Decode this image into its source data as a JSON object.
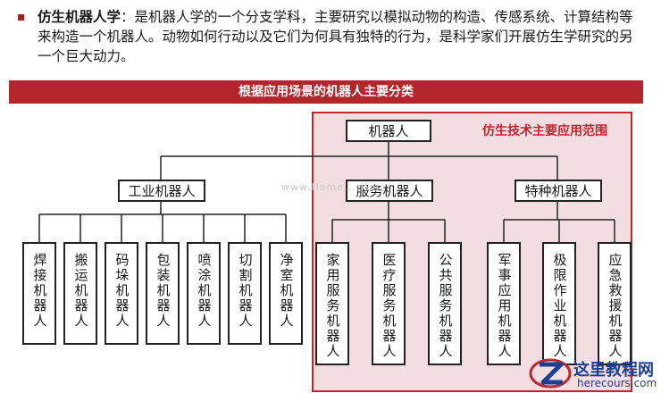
{
  "intro": {
    "term": "仿生机器人学",
    "text": "：是机器人学的一个分支学科，主要研究以模拟动物的构造、传感系统、计算结构等来构造一个机器人。动物如何行动以及它们为何具有独特的行为，是科学家们开展仿生学研究的另一个巨大动力。"
  },
  "banner": "根据应用场景的机器人主要分类",
  "region_label": "仿生技术主要应用范围",
  "root": "机器人",
  "categories": [
    "工业机器人",
    "服务机器人",
    "特种机器人"
  ],
  "leaves": {
    "industrial": [
      "焊接机器人",
      "搬运机器人",
      "码垛机器人",
      "包装机器人",
      "喷涂机器人",
      "切割机器人",
      "净室机器人"
    ],
    "service": [
      "家用服务机器人",
      "医疗服务机器人",
      "公共服务机器人"
    ],
    "special": [
      "军事应用机器人",
      "极限作业机器人",
      "应急救援机器人"
    ]
  },
  "watermark": "www.Home...com",
  "logo": {
    "name": "这里教程网",
    "url": "herecours.com"
  },
  "colors": {
    "accent": "#b3262b",
    "region_fill": "#f2dde1",
    "region_border": "#c0262f",
    "logo_blue": "#1e3f8f"
  }
}
